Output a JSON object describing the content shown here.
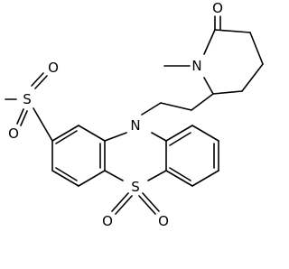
{
  "atom_labels": {
    "N_ring": "N",
    "N_amide": "N",
    "O_carbonyl": "O",
    "S_sulfone_ring": "S",
    "O_ring_left": "O",
    "O_ring_right": "O",
    "S_methylsulfonyl": "S",
    "O_top": "O",
    "O_bottom": "O"
  }
}
